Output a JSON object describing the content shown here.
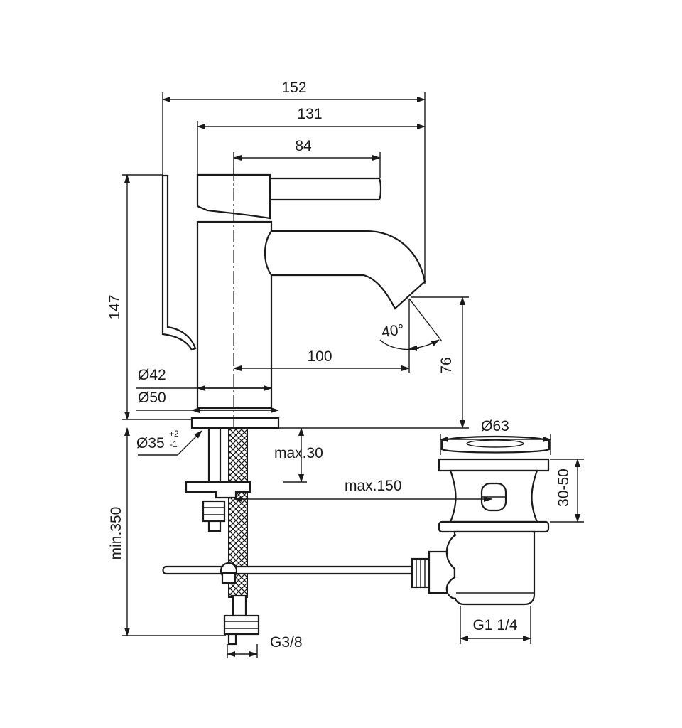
{
  "dimensions": {
    "width_total": "152",
    "width_body": "131",
    "lever": "84",
    "height": "147",
    "spout_projection": "100",
    "spout_height": "76",
    "spout_angle": "40°",
    "dia_body": "Ø42",
    "dia_base": "Ø50",
    "dia_hole": "Ø35",
    "dia_hole_tol_plus": "+2",
    "dia_hole_tol_minus": "-1",
    "max_deck": "max.30",
    "max_rod": "max.150",
    "min_hose": "min.350",
    "hose_thread": "G3/8",
    "waste_dia": "Ø63",
    "waste_range": "30-50",
    "waste_thread": "G1 1/4"
  }
}
